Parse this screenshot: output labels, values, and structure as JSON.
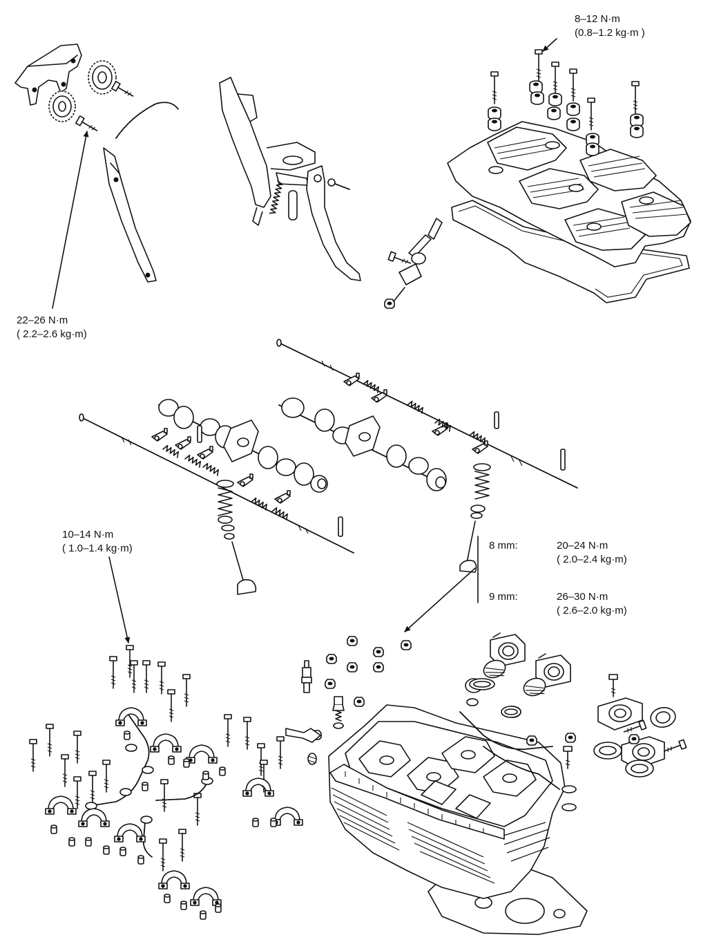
{
  "diagram": {
    "torque_labels": {
      "cover_bolts": {
        "nm": "8–12 N·m",
        "kgm": "(0.8–1.2 kg·m )"
      },
      "sprocket_bolts": {
        "nm": "22–26 N·m",
        "kgm": "( 2.2–2.6 kg·m)"
      },
      "cam_holder_bolts": {
        "nm": "10–14 N·m",
        "kgm": "( 1.0–1.4 kg·m)"
      },
      "head_nuts": {
        "size_8": {
          "size": "8 mm:",
          "nm": "20–24 N·m",
          "kgm": "( 2.0–2.4 kg·m)"
        },
        "size_9": {
          "size": "9 mm:",
          "nm": "26–30 N·m",
          "kgm": "( 2.6–2.0 kg·m)"
        }
      }
    },
    "colors": {
      "ink": "#111111",
      "paper": "#ffffff"
    }
  }
}
